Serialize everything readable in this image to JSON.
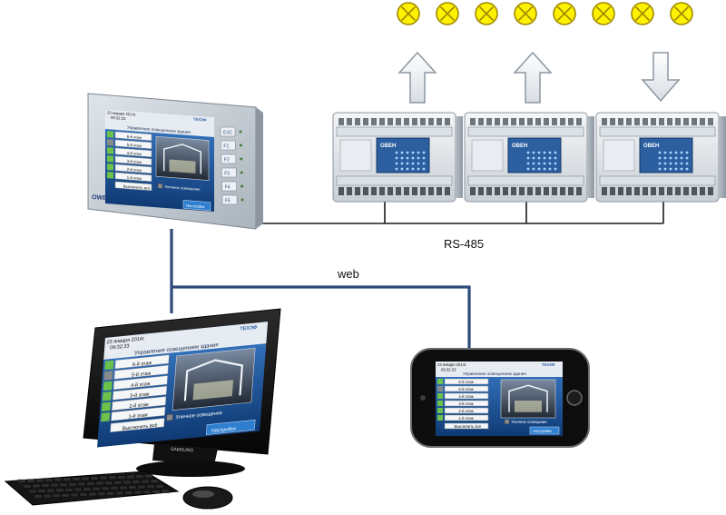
{
  "labels": {
    "bus": "RS-485",
    "web": "web"
  },
  "colors": {
    "lamp_fill": "#fff200",
    "lamp_stroke": "#a08a00",
    "bus_line": "#1a1a1a",
    "web_line": "#2d4a7a",
    "screen_blue": "#1f5fa8",
    "screen_dark": "#0c2a55",
    "button_green": "#6cc24a",
    "button_gray": "#8a8a8a",
    "settings_button": "#2f7fd0"
  },
  "lamps": {
    "count": 8
  },
  "arrows": [
    "up",
    "up",
    "down"
  ],
  "modules": {
    "count": 3,
    "brand": "ОВЕН"
  },
  "hmi_panel": {
    "brand": "OWEN",
    "logo": "ТЕХЭФ",
    "date": "23 января 2014г.",
    "time": "09:32:33",
    "title": "Управление освещением здания",
    "floors": [
      "6-й этаж",
      "5-й этаж",
      "4-й этаж",
      "3-й этаж",
      "2-й этаж",
      "1-й этаж"
    ],
    "floor_states": [
      true,
      false,
      true,
      true,
      true,
      true
    ],
    "all_off": "Выключить всё",
    "street": "Уличное освещение",
    "settings": "Настройки",
    "side_buttons": [
      "ESC",
      "F1",
      "F2",
      "F3",
      "F4",
      "F5"
    ]
  },
  "monitor": {
    "brand": "SAMSUNG",
    "logo": "ТЕХЭФ",
    "date": "23 января 2014г.",
    "time": "09:32:33",
    "title": "Управление освещением здания",
    "floors": [
      "6-й этаж",
      "5-й этаж",
      "4-й этаж",
      "3-й этаж",
      "2-й этаж",
      "1-й этаж"
    ],
    "floor_states": [
      true,
      false,
      true,
      true,
      true,
      true
    ],
    "all_off": "Выключить всё",
    "street": "Уличное освещение",
    "settings": "Настройки"
  },
  "phone": {
    "logo": "ТЕХЭФ",
    "date": "23 января 2014г.",
    "time": "09:32:33",
    "title": "Управление освещением здания",
    "floors": [
      "6-й этаж",
      "5-й этаж",
      "4-й этаж",
      "3-й этаж",
      "2-й этаж",
      "1-й этаж"
    ],
    "floor_states": [
      true,
      false,
      true,
      true,
      true,
      true
    ],
    "all_off": "Выключить всё",
    "street": "Уличное освещение",
    "settings": "Настройки"
  }
}
